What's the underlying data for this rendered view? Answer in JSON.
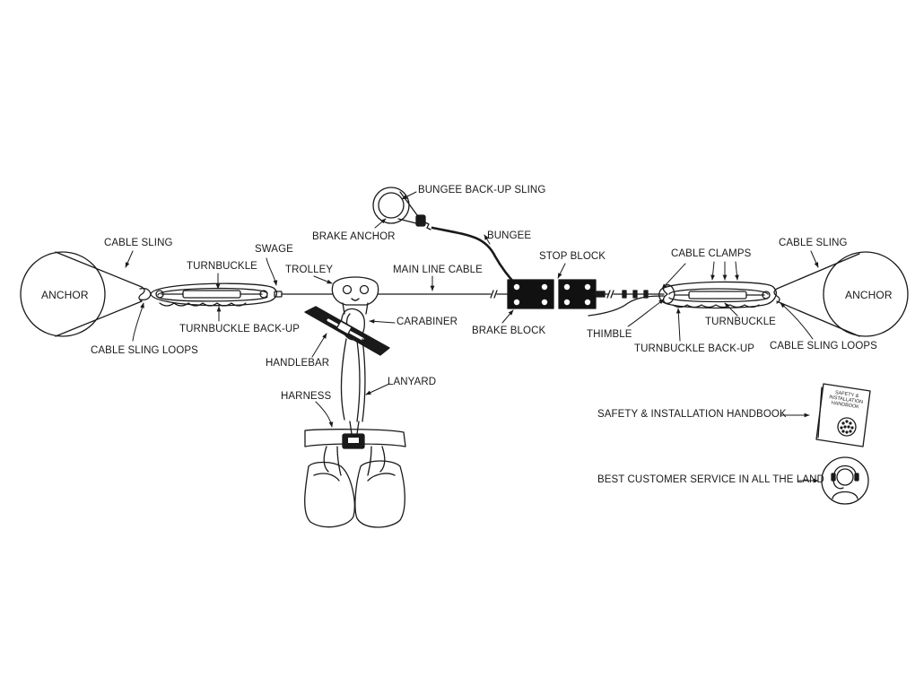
{
  "labels": {
    "anchor_left": "ANCHOR",
    "anchor_right": "ANCHOR",
    "cable_sling_left": "CABLE SLING",
    "cable_sling_right": "CABLE SLING",
    "turnbuckle_left": "TURNBUCKLE",
    "turnbuckle_right": "TURNBUCKLE",
    "swage": "SWAGE",
    "trolley": "TROLLEY",
    "main_line_cable": "MAIN LINE CABLE",
    "bungee_backup_sling": "BUNGEE BACK-UP SLING",
    "brake_anchor": "BRAKE ANCHOR",
    "bungee": "BUNGEE",
    "stop_block": "STOP BLOCK",
    "cable_clamps": "CABLE CLAMPS",
    "turnbuckle_backup_left": "TURNBUCKLE BACK-UP",
    "turnbuckle_backup_right": "TURNBUCKLE BACK-UP",
    "cable_sling_loops_left": "CABLE SLING LOOPS",
    "cable_sling_loops_right": "CABLE SLING LOOPS",
    "carabiner": "CARABINER",
    "handlebar": "HANDLEBAR",
    "brake_block": "BRAKE BLOCK",
    "thimble": "THIMBLE",
    "lanyard": "LANYARD",
    "harness": "HARNESS",
    "handbook": "SAFETY & INSTALLATION HANDBOOK",
    "customer_service": "BEST CUSTOMER SERVICE IN ALL THE LAND"
  },
  "book_cover": {
    "line1": "SAFETY &",
    "line2": "INSTALLATION",
    "line3": "HANDBOOK"
  },
  "colors": {
    "ink": "#1a1a1a",
    "block": "#111111",
    "background": "#ffffff"
  }
}
